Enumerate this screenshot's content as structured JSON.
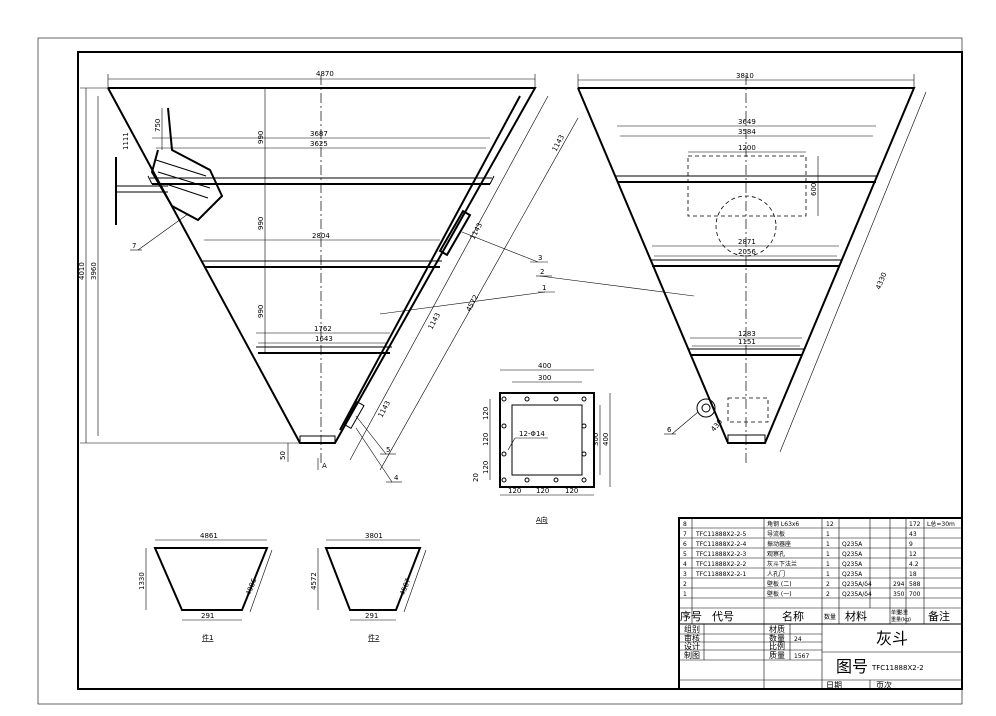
{
  "drawing": {
    "dims_top": {
      "overall_width": "4870",
      "overall_height_outer": "4010",
      "overall_height_inner": "3960",
      "tier_1": "990",
      "tier_2": "990",
      "tier_3": "990",
      "top_small": "750",
      "ring_1a": "3687",
      "ring_1b": "3625",
      "ring_2": "2804",
      "ring_3a": "1762",
      "ring_3b": "1643",
      "side_1": "1143",
      "side_2": "1143",
      "side_3": "1143",
      "side_4": "1143",
      "slant_total": "4572",
      "bottom_gap": "50",
      "left_angle": "1111"
    },
    "dims_right": {
      "overall_width": "3810",
      "ring_1a": "3649",
      "ring_1b": "3584",
      "opening_w": "1200",
      "opening_h": "600",
      "ring_2a": "2871",
      "ring_2b": "2056",
      "ring_3a": "1283",
      "ring_3b": "1151",
      "slant": "4330",
      "small_dim": "430"
    },
    "callouts": [
      "1",
      "2",
      "3",
      "4",
      "5",
      "6",
      "7"
    ],
    "flange": {
      "w_outer": "400",
      "w_inner": "300",
      "h_outer": "400",
      "h_inner": "300",
      "pitch_1": "120",
      "pitch_2": "120",
      "pitch_3": "120",
      "pitch_h1": "120",
      "pitch_h2": "120",
      "pitch_h3": "120",
      "edge": "20",
      "holes": "12-Φ14",
      "caption": "A向"
    },
    "part1": {
      "top": "4861",
      "height": "1330",
      "slant": "4986",
      "bottom": "291",
      "caption": "件1"
    },
    "part2": {
      "top": "3801",
      "height": "4572",
      "slant": "4587",
      "bottom": "291",
      "caption": "件2"
    }
  },
  "parts_table": {
    "rows": [
      {
        "no": "8",
        "code": "",
        "name": "角钢 L63x6",
        "qty": "12",
        "material": "",
        "unit": "",
        "total": "172",
        "note": "L总=30m"
      },
      {
        "no": "7",
        "code": "TFC11888X2-2-5",
        "name": "导流板",
        "qty": "1",
        "material": "",
        "unit": "",
        "total": "43",
        "note": ""
      },
      {
        "no": "6",
        "code": "TFC11888X2-2-4",
        "name": "振动器座",
        "qty": "1",
        "material": "Q235A",
        "unit": "",
        "total": "9",
        "note": ""
      },
      {
        "no": "5",
        "code": "TFC11888X2-2-3",
        "name": "观察孔",
        "qty": "1",
        "material": "Q235A",
        "unit": "",
        "total": "12",
        "note": ""
      },
      {
        "no": "4",
        "code": "TFC11888X2-2-2",
        "name": "灰斗下法兰",
        "qty": "1",
        "material": "Q235A",
        "unit": "",
        "total": "4.2",
        "note": ""
      },
      {
        "no": "3",
        "code": "TFC11888X2-2-1",
        "name": "人孔门",
        "qty": "1",
        "material": "Q235A",
        "unit": "",
        "total": "18",
        "note": ""
      },
      {
        "no": "2",
        "code": "",
        "name": "壁板 (二)",
        "qty": "2",
        "material": "Q235A/δ4",
        "unit": "294",
        "total": "588",
        "note": ""
      },
      {
        "no": "1",
        "code": "",
        "name": "壁板 (一)",
        "qty": "2",
        "material": "Q235A/δ4",
        "unit": "350",
        "total": "700",
        "note": ""
      }
    ],
    "header": {
      "no": "序号",
      "code": "代号",
      "name": "名称",
      "qty": "数量",
      "material": "材料",
      "unit": "单重",
      "total": "总重",
      "weight_unit": "重量(kg)",
      "note": "备注"
    }
  },
  "title_block": {
    "left_labels": [
      "组别",
      "审核",
      "设计",
      "制图"
    ],
    "mid_labels": [
      "材质",
      "数量",
      "比例",
      "质量"
    ],
    "qty_value": "24",
    "weight_value": "1567",
    "title": "灰斗",
    "drawing_no_label": "图号",
    "drawing_no": "TFC11888X2-2",
    "date_label": "日期",
    "page_label": "页次"
  }
}
